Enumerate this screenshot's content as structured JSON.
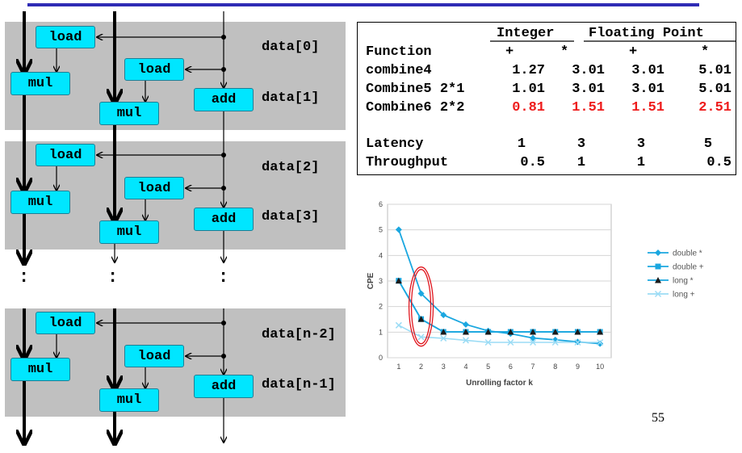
{
  "diagram": {
    "load_label": "load",
    "mul_label": "mul",
    "add_label": "add",
    "dots": ":",
    "data_labels": [
      "data[0]",
      "data[1]",
      "data[2]",
      "data[3]",
      "data[n-2]",
      "data[n-1]"
    ]
  },
  "table": {
    "group_integer": "Integer",
    "group_floating": "Floating Point",
    "col_function": "Function",
    "col_plus": "+",
    "col_times": "*",
    "rows": [
      {
        "fn": "combine4",
        "v": [
          "1.27",
          "3.01",
          "3.01",
          "5.01"
        ],
        "highlight": false
      },
      {
        "fn": "Combine5 2*1",
        "v": [
          "1.01",
          "3.01",
          "3.01",
          "5.01"
        ],
        "highlight": false
      },
      {
        "fn": "Combine6 2*2",
        "v": [
          "0.81",
          "1.51",
          "1.51",
          "2.51"
        ],
        "highlight": true
      },
      {
        "fn": "Latency",
        "v": [
          "1",
          "3",
          "3",
          "5"
        ],
        "highlight": false
      },
      {
        "fn": "Throughput",
        "v": [
          "0.5",
          "1",
          "1",
          "0.5"
        ],
        "highlight": false
      }
    ]
  },
  "colors": {
    "box_fill": "#00e6ff",
    "band_gray": "#c0c0c0",
    "top_rule": "#2e2bb5",
    "highlight_red": "#ee1b1b",
    "series_double_times": "#1aa7e0",
    "series_double_plus": "#1aa7e0",
    "series_long_times": "#1aa7e0",
    "series_long_plus": "#9bdcf5"
  },
  "chart_data": {
    "type": "line",
    "xlabel": "Unrolling factor k",
    "ylabel": "CPE",
    "xlim": [
      1,
      10
    ],
    "ylim": [
      0,
      6
    ],
    "x": [
      1,
      2,
      3,
      4,
      5,
      6,
      7,
      8,
      9,
      10
    ],
    "yticks": [
      0,
      1,
      2,
      3,
      4,
      5,
      6
    ],
    "grid": true,
    "legend_position": "right",
    "series": [
      {
        "name": "double *",
        "marker": "diamond",
        "values": [
          5.01,
          2.51,
          1.67,
          1.3,
          1.05,
          0.94,
          0.77,
          0.7,
          0.62,
          0.55
        ]
      },
      {
        "name": "double +",
        "marker": "square",
        "values": [
          3.01,
          1.51,
          1.01,
          1.01,
          1.01,
          1.01,
          1.01,
          1.01,
          1.01,
          1.01
        ]
      },
      {
        "name": "long *",
        "marker": "triangle",
        "values": [
          3.01,
          1.51,
          1.01,
          1.01,
          1.01,
          1.01,
          1.01,
          1.01,
          1.01,
          1.01
        ]
      },
      {
        "name": "long +",
        "marker": "x",
        "values": [
          1.27,
          0.81,
          0.76,
          0.68,
          0.6,
          0.6,
          0.6,
          0.6,
          0.6,
          0.6
        ]
      }
    ],
    "annotation": "red ellipse around k=2"
  },
  "page_number": "55"
}
